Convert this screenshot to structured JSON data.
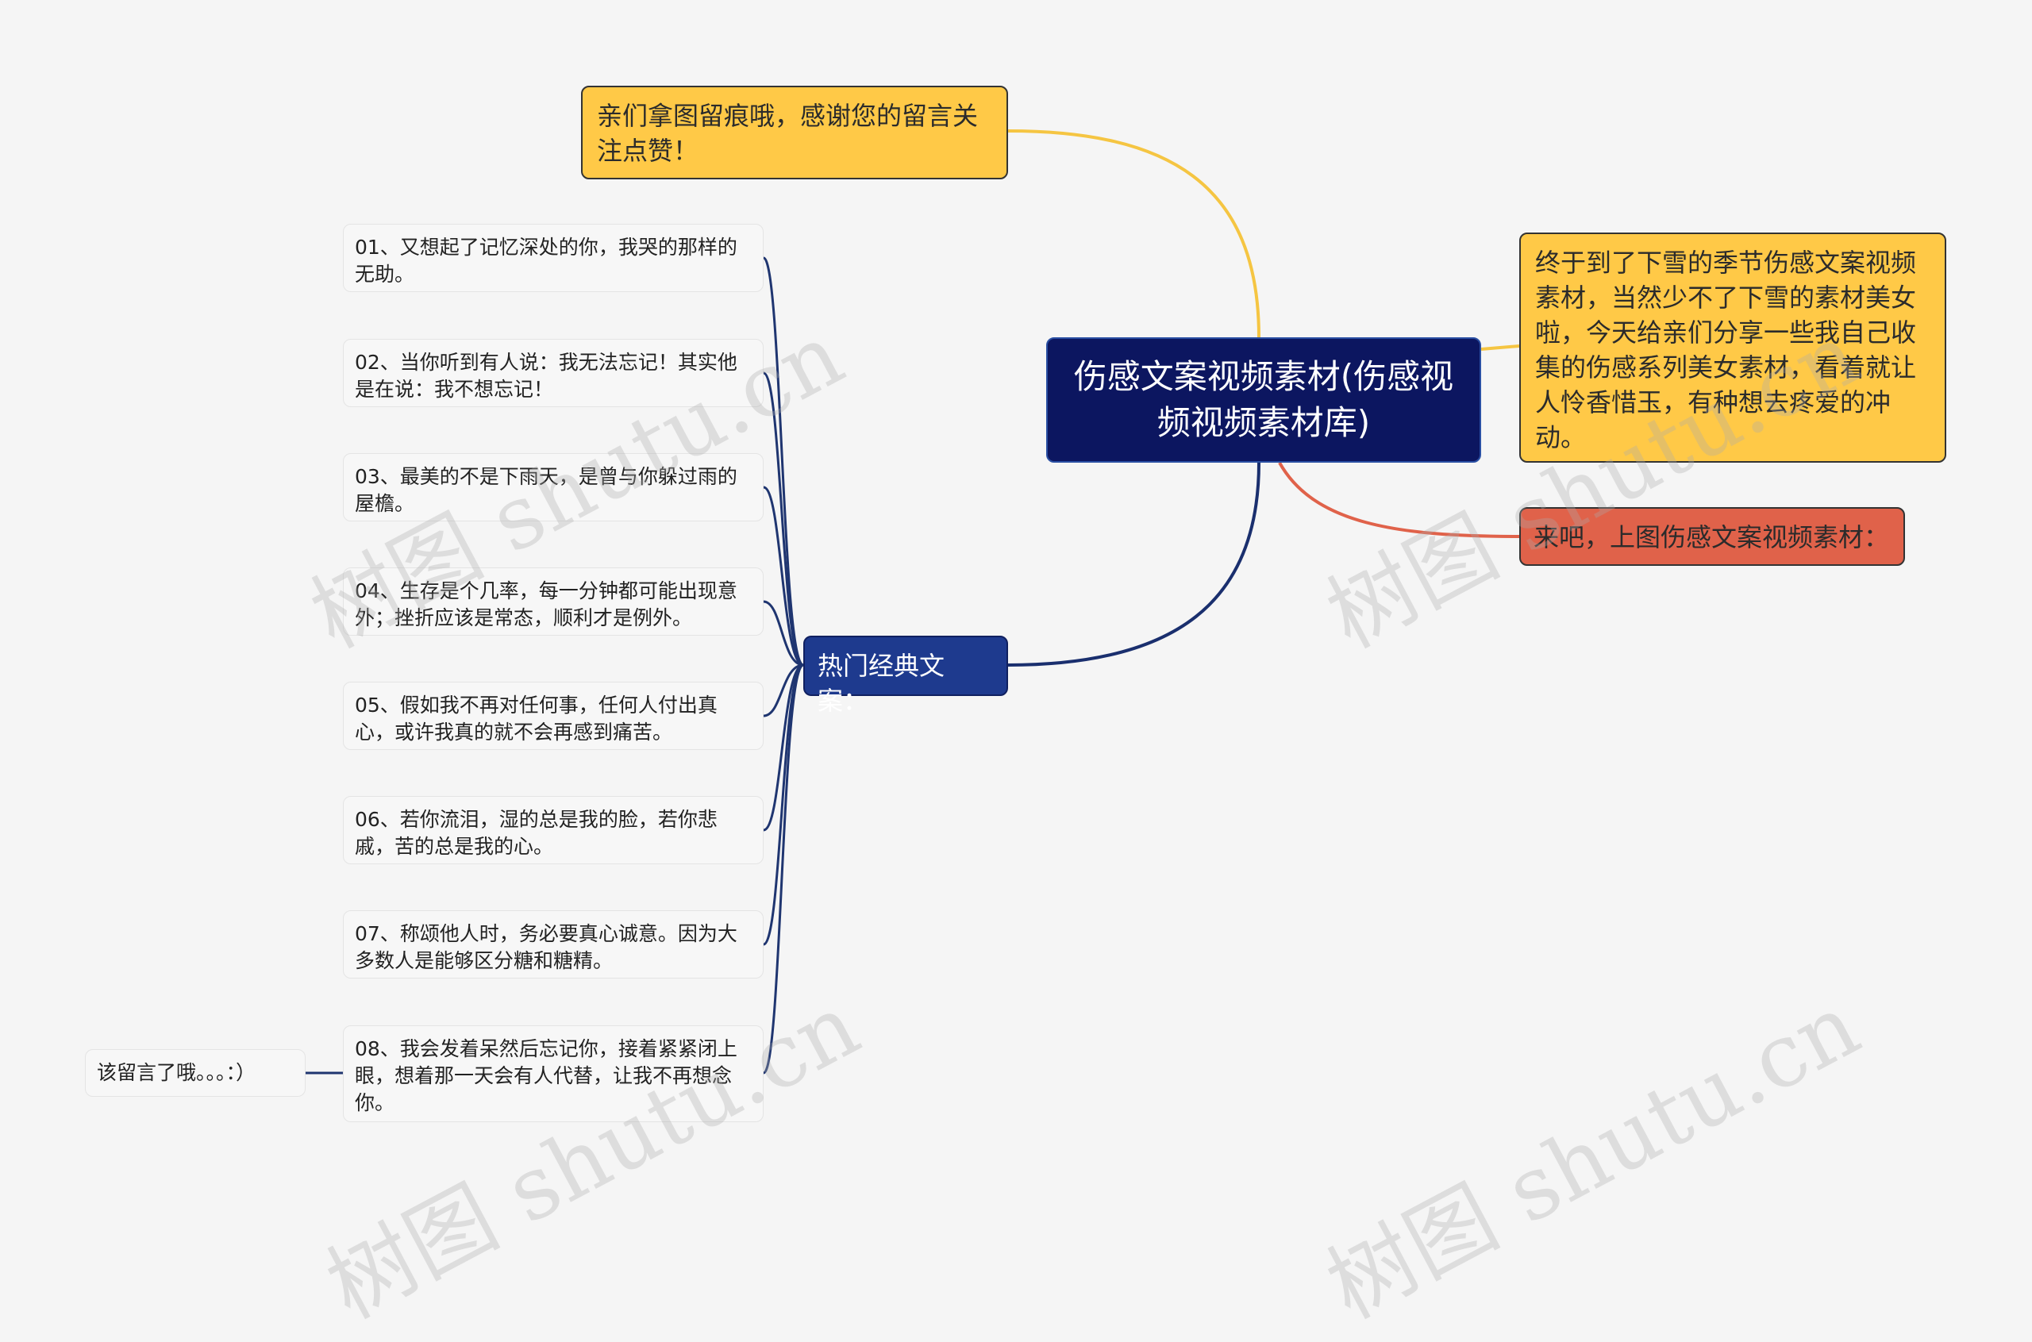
{
  "root": {
    "title": "伤感文案视频素材(伤感视频视频素材库)"
  },
  "top_note": {
    "text": "亲们拿图留痕哦，感谢您的留言关注点赞！"
  },
  "intro_note": {
    "text": "终于到了下雪的季节伤感文案视频素材，当然少不了下雪的素材美女啦，今天给亲们分享一些我自己收集的伤感系列美女素材，看着就让人怜香惜玉，有种想去疼爱的冲动。"
  },
  "image_note": {
    "text": "来吧，上图伤感文案视频素材："
  },
  "hot_branch": {
    "label": "热门经典文案："
  },
  "hot_items": [
    "01、又想起了记忆深处的你，我哭的那样的无助。",
    "02、当你听到有人说：我无法忘记！其实他是在说：我不想忘记！",
    "03、最美的不是下雨天，是曾与你躲过雨的屋檐。",
    "04、生存是个几率，每一分钟都可能出现意外；挫折应该是常态，顺利才是例外。",
    "05、假如我不再对任何事，任何人付出真心，或许我真的就不会再感到痛苦。",
    "06、若你流泪，湿的总是我的脸，若你悲戚，苦的总是我的心。",
    "07、称颂他人时，务必要真心诚意。因为大多数人是能够区分糖和糖精。",
    "08、我会发着呆然后忘记你，接着紧紧闭上眼，想着那一天会有人代替，让我不再想念你。"
  ],
  "item8_child": {
    "text": "该留言了哦。。。：）"
  },
  "watermark": {
    "text": "树图 shutu.cn"
  },
  "colors": {
    "root_bg": "#0c1660",
    "yellow": "#ffc947",
    "red": "#e0624a",
    "blue": "#1e3a8e",
    "link_yellow": "#f5c542",
    "link_red": "#e0624a",
    "link_navy": "#1a2f6e",
    "link_leaf": "#1f3570"
  }
}
